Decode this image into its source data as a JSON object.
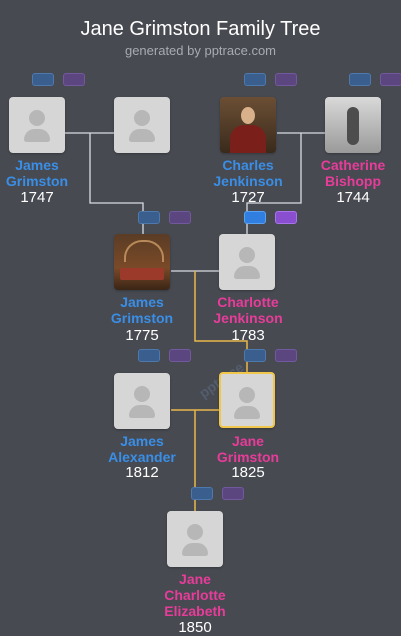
{
  "header": {
    "title": "Jane Grimston Family Tree",
    "subtitle": "generated by pptrace.com"
  },
  "watermark": "pptrace",
  "colors": {
    "background": "#474a51",
    "male": "#3a8ee6",
    "female": "#e83c9a",
    "line_default": "#d9dde3",
    "line_highlight": "#e8b84a",
    "selected_border": "#f0c74a"
  },
  "people": {
    "james_grimston_1747": {
      "name_line1": "James",
      "name_line2": "Grimston",
      "year": "1747",
      "gender": "male"
    },
    "james_grimston_1747_spouse": {
      "photo": "placeholder"
    },
    "charles_jenkinson": {
      "name_line1": "Charles",
      "name_line2": "Jenkinson",
      "year": "1727",
      "gender": "male"
    },
    "catherine_bishopp": {
      "name_line1": "Catherine",
      "name_line2": "Bishopp",
      "year": "1744",
      "gender": "female"
    },
    "james_grimston_1775": {
      "name_line1": "James",
      "name_line2": "Grimston",
      "year": "1775",
      "gender": "male"
    },
    "charlotte_jenkinson": {
      "name_line1": "Charlotte",
      "name_line2": "Jenkinson",
      "year": "1783",
      "gender": "female"
    },
    "james_alexander": {
      "name_line1": "James",
      "name_line2": "Alexander",
      "year": "1812",
      "gender": "male"
    },
    "jane_grimston": {
      "name_line1": "Jane",
      "name_line2": "Grimston",
      "year": "1825",
      "gender": "female",
      "selected": true
    },
    "jane_charlotte_elizabeth": {
      "name_line1": "Jane",
      "name_line2": "Charlotte",
      "name_line3": "Elizabeth",
      "year": "1850",
      "gender": "female"
    }
  }
}
